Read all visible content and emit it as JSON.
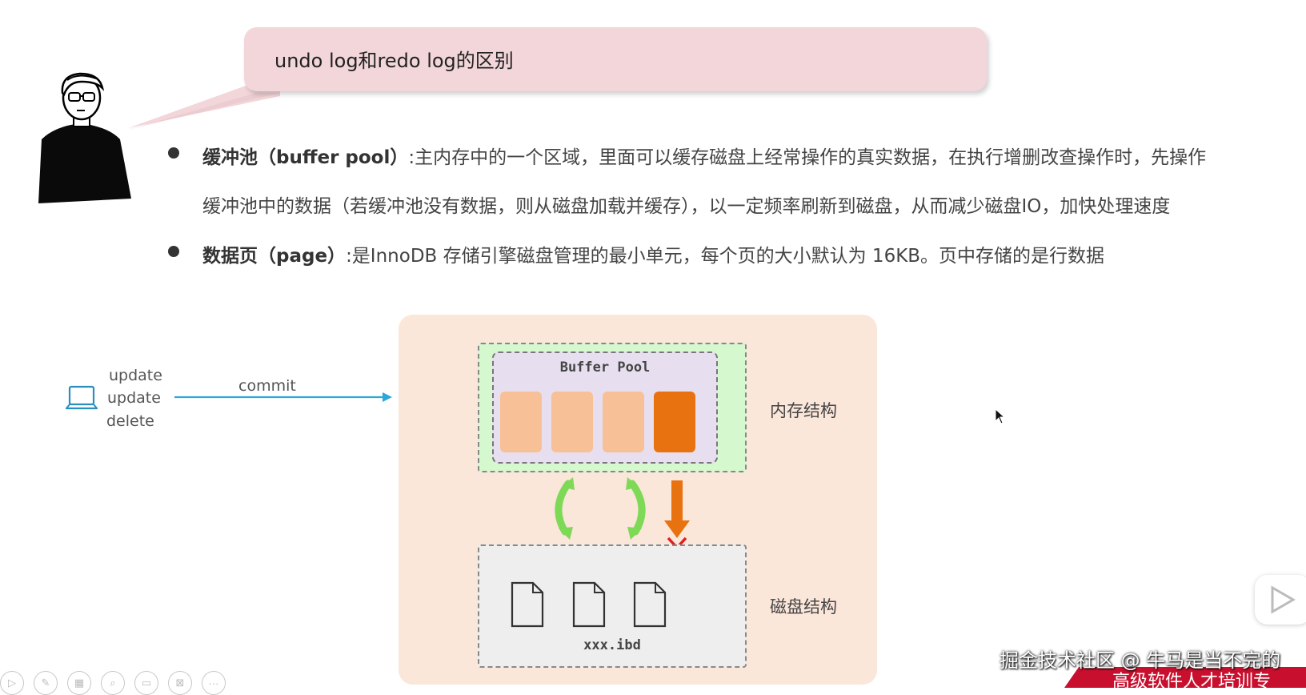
{
  "bubble": {
    "title": "undo log和redo log的区别"
  },
  "bullets": [
    {
      "term": "缓冲池（buffer pool）",
      "line1": ":主内存中的一个区域，里面可以缓存磁盘上经常操作的真实数据，在执行增删改查操作时，先操作",
      "line2": "缓冲池中的数据（若缓冲池没有数据，则从磁盘加载并缓存），以一定频率刷新到磁盘，从而减少磁盘IO，加快处理速度"
    },
    {
      "term": "数据页（page）",
      "line1": ":是InnoDB 存储引擎磁盘管理的最小单元，每个页的大小默认为 16KB。页中存储的是行数据"
    }
  ],
  "client": {
    "ops": [
      "update",
      "update",
      "delete"
    ],
    "commit_label": "commit",
    "icon": "laptop-icon"
  },
  "diagram": {
    "buffer_pool_label": "Buffer Pool",
    "memory_label": "内存结构",
    "disk_label": "磁盘结构",
    "file_label": "xxx.ibd",
    "colors": {
      "page_light": "#f8c096",
      "page_dark": "#e8720f",
      "memory_bg": "#d6f8cf",
      "diagram_bg": "#fbe6da",
      "sync_arrow": "#7ed957",
      "flush_arrow": "#e8720f",
      "blocked_mark": "#e02020"
    }
  },
  "watermark": {
    "text": "掘金技术社区 @ 牛马是当不完的",
    "banner": "高级软件人才培训专"
  }
}
